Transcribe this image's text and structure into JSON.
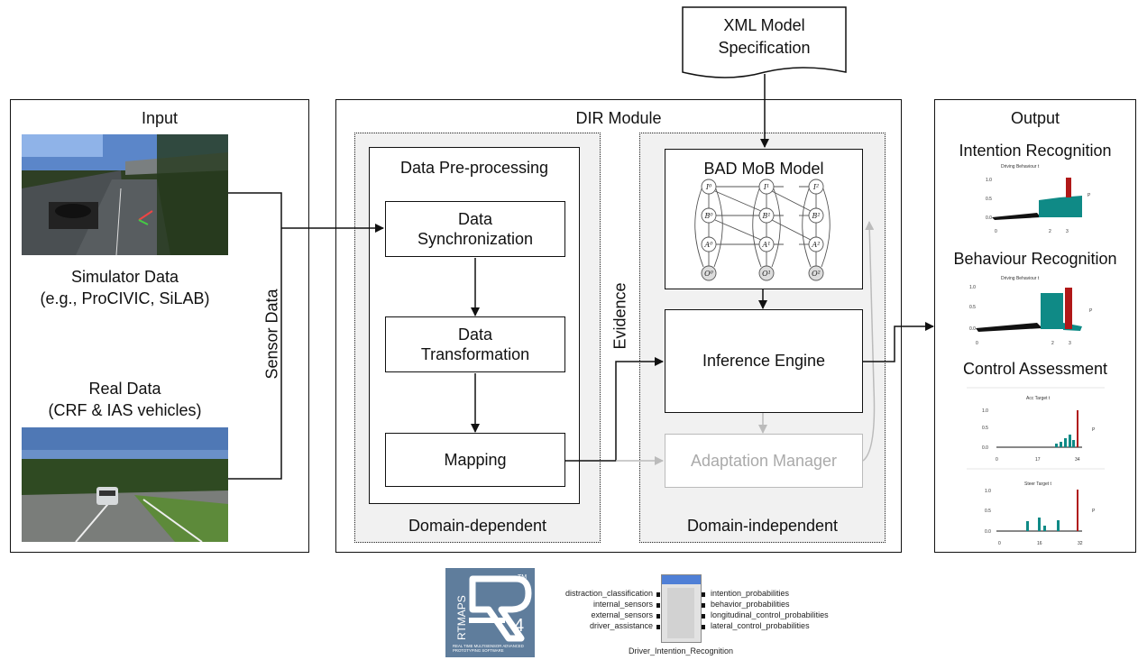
{
  "xml_spec": {
    "line1": "XML Model",
    "line2": "Specification"
  },
  "input": {
    "title": "Input",
    "simulator_line1": "Simulator Data",
    "simulator_line2": "(e.g., ProCIVIC, SiLAB)",
    "real_line1": "Real Data",
    "real_line2": "(CRF & IAS vehicles)",
    "sensor_label": "Sensor Data"
  },
  "dir": {
    "title": "DIR Module",
    "preproc_title": "Data Pre-processing",
    "sync_line1": "Data",
    "sync_line2": "Synchronization",
    "transform_line1": "Data",
    "transform_line2": "Transformation",
    "mapping": "Mapping",
    "domain_dependent": "Domain-dependent",
    "domain_independent": "Domain-independent",
    "evidence": "Evidence",
    "bad_mob": "BAD MoB Model",
    "inference": "Inference Engine",
    "adaptation": "Adaptation Manager",
    "nodes": {
      "i0": "I⁰",
      "i1": "I¹",
      "i2": "I²",
      "b0": "B⁰",
      "b1": "B¹",
      "b2": "B²",
      "a0": "A⁰",
      "a1": "A¹",
      "a2": "A²",
      "o0": "O⁰",
      "o1": "O¹",
      "o2": "O²"
    }
  },
  "output": {
    "title": "Output",
    "intention": "Intention Recognition",
    "behaviour": "Behaviour Recognition",
    "control": "Control Assessment",
    "charts": [
      {
        "title": "Driving Behaviour t",
        "ticks": [
          "0",
          "2",
          "3"
        ]
      },
      {
        "title": "Driving Behaviour t",
        "ticks": [
          "0",
          "2",
          "3"
        ]
      },
      {
        "title": "Acc Target t",
        "ticks": [
          "0",
          "17",
          "34"
        ]
      },
      {
        "title": "Steer Target t",
        "ticks": [
          "0",
          "16",
          "32"
        ]
      }
    ],
    "p_label": "P"
  },
  "rtmaps": {
    "logo_text": "RTMAPS",
    "logo_sub1": "REAL TIME MULTISENSOR ADVANCED",
    "logo_sub2": "PROTOTYPING SOFTWARE",
    "tm": "TM",
    "four": "4",
    "inputs": [
      "distraction_classification",
      "internal_sensors",
      "external_sensors",
      "driver_assistance"
    ],
    "outputs": [
      "intention_probabilities",
      "behavior_probabilities",
      "longitudinal_control_probabilities",
      "lateral_control_probabilities"
    ],
    "component": "Driver_Intention_Recognition"
  },
  "colors": {
    "teal": "#0f8a86",
    "red": "#b01818",
    "gray": "#bbbbbb"
  }
}
